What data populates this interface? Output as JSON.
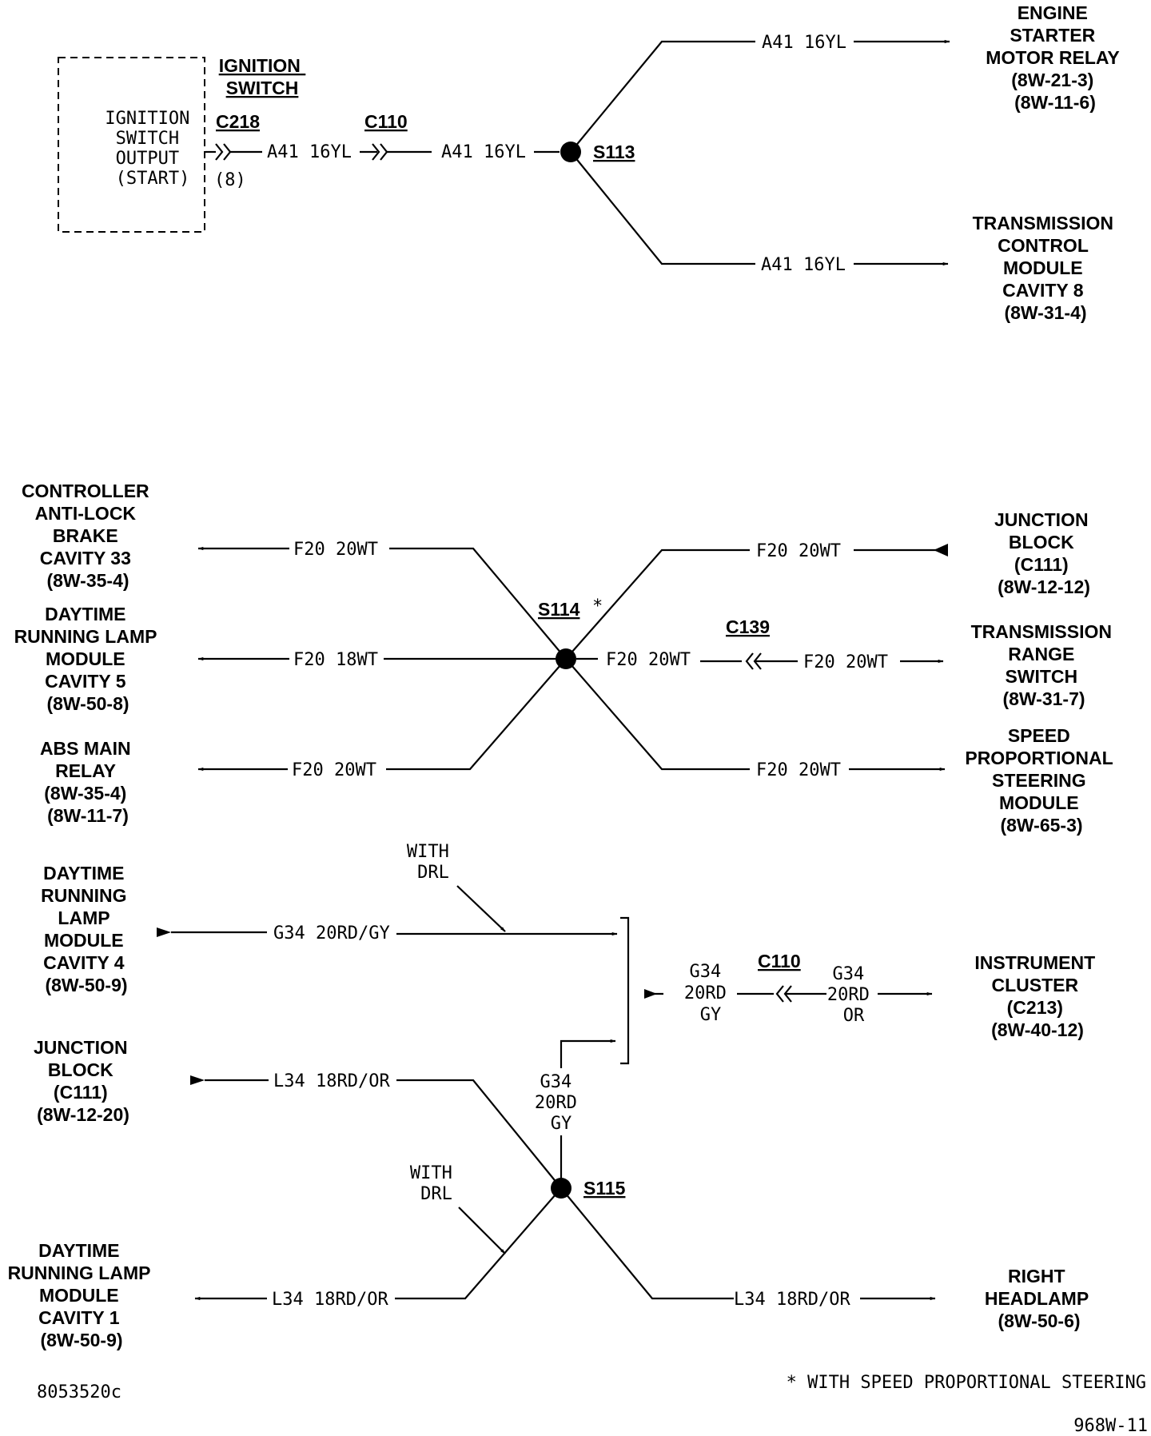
{
  "top": {
    "box_text": [
      "IGNITION",
      "SWITCH",
      "OUTPUT",
      "(START)"
    ],
    "ign_title": [
      "IGNITION",
      "SWITCH"
    ],
    "c218": "C218",
    "pin": "(8)",
    "wire_a41": "A41 16YL",
    "c110": "C110",
    "s113": "S113",
    "dest_starter": [
      "ENGINE",
      "STARTER",
      "MOTOR RELAY",
      "(8W-21-3)",
      "(8W-11-6)"
    ],
    "dest_tcm": [
      "TRANSMISSION",
      "CONTROL",
      "MODULE",
      "CAVITY 8",
      "(8W-31-4)"
    ]
  },
  "middle": {
    "s114": "S114",
    "s114_mark": "*",
    "wire_f20_20": "F20 20WT",
    "wire_f20_18": "F20 18WT",
    "c139": "C139",
    "left_abs_ctrl": [
      "CONTROLLER",
      "ANTI-LOCK",
      "BRAKE",
      "CAVITY 33",
      "(8W-35-4)"
    ],
    "left_drl5": [
      "DAYTIME",
      "RUNNING LAMP",
      "MODULE",
      "CAVITY 5",
      "(8W-50-8)"
    ],
    "left_abs_relay": [
      "ABS MAIN",
      "RELAY",
      "(8W-35-4)",
      "(8W-11-7)"
    ],
    "right_jb": [
      "JUNCTION",
      "BLOCK",
      "(C111)",
      "(8W-12-12)"
    ],
    "right_trs": [
      "TRANSMISSION",
      "RANGE",
      "SWITCH",
      "(8W-31-7)"
    ],
    "right_sps": [
      "SPEED",
      "PROPORTIONAL",
      "STEERING",
      "MODULE",
      "(8W-65-3)"
    ]
  },
  "bottom": {
    "with_drl": [
      "WITH",
      "DRL"
    ],
    "wire_g34_top": "G34 20RD/GY",
    "wire_l34": "L34 18RD/OR",
    "g34_vert": [
      "G34",
      "20RD",
      "GY"
    ],
    "g34_left": [
      "G34",
      "20RD",
      "GY"
    ],
    "g34_right": [
      "G34",
      "20RD",
      "OR"
    ],
    "c110": "C110",
    "s115": "S115",
    "left_drl4": [
      "DAYTIME",
      "RUNNING",
      "LAMP",
      "MODULE",
      "CAVITY 4",
      "(8W-50-9)"
    ],
    "left_jb": [
      "JUNCTION",
      "BLOCK",
      "(C111)",
      "(8W-12-20)"
    ],
    "left_drl1": [
      "DAYTIME",
      "RUNNING LAMP",
      "MODULE",
      "CAVITY 1",
      "(8W-50-9)"
    ],
    "right_cluster": [
      "INSTRUMENT",
      "CLUSTER",
      "(C213)",
      "(8W-40-12)"
    ],
    "right_headlamp": [
      "RIGHT",
      "HEADLAMP",
      "(8W-50-6)"
    ]
  },
  "footer": {
    "footnote": "* WITH SPEED PROPORTIONAL STEERING",
    "fig_id": "8053520c",
    "page_id": "968W-11"
  }
}
